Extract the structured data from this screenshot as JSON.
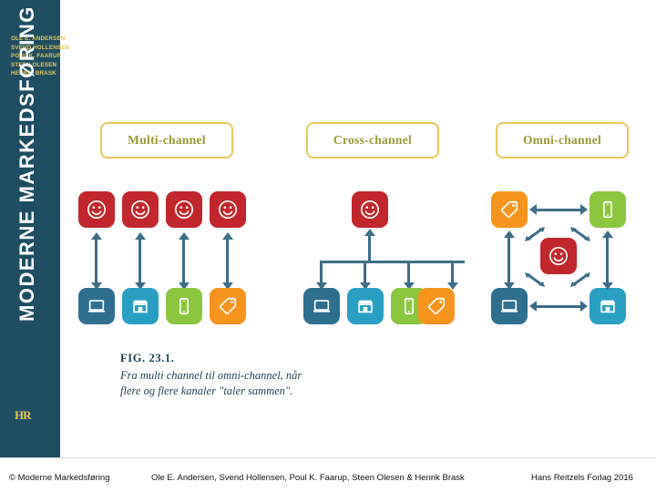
{
  "spine": {
    "authors": [
      "OLE E. ANDERSEN",
      "SVEND HOLLENSEN",
      "POUL K. FAARUP",
      "STEEN OLESEN",
      "HENRIK BRASK"
    ],
    "title": "MODERNE MARKEDSFØRING",
    "publisher_logo": "HR"
  },
  "columns": [
    {
      "label": "Multi-channel"
    },
    {
      "label": "Cross-channel"
    },
    {
      "label": "Omni-channel"
    }
  ],
  "caption": {
    "figure_number": "FIG. 23.1.",
    "text": "Fra multi channel til omni-channel, når flere og flere kanaler \"taler sammen\"."
  },
  "icons": {
    "smiley": "smiley-face-icon",
    "laptop": "laptop-icon",
    "store": "store-shop-icon",
    "mobile": "mobile-phone-icon",
    "tag": "price-tag-icon"
  },
  "colors": {
    "spine": "#1f4e62",
    "accent_gold": "#e8c85a",
    "header_text": "#9a9a35",
    "customer_red": "#c1272d",
    "channel_blue": "#2f6f8f",
    "channel_teal": "#2a9fc4",
    "channel_green": "#8cc63f",
    "channel_orange": "#f7941e",
    "connector": "#3d6e87"
  },
  "footer": {
    "left": "© Moderne Markedsføring",
    "center": "Ole E. Andersen, Svend Hollensen, Poul K. Faarup, Steen Olesen & Henrik Brask",
    "right": "Hans Reitzels Forlag 2016"
  }
}
